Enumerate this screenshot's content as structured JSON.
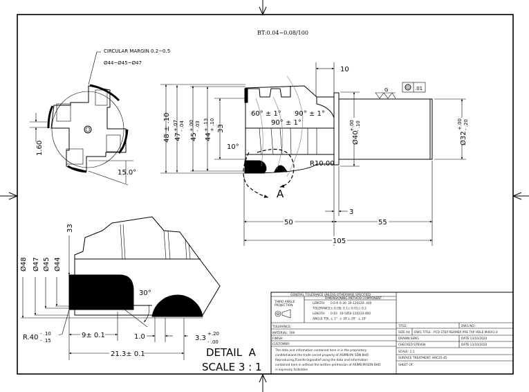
{
  "header_note": "BT:0.04~0.08/100",
  "front_view": {
    "note_line1": "CIRCULAR MARGIN 0.2~0.5",
    "note_line2": "Ø44~Ø45~Ø47",
    "dim_land": "1.60",
    "dim_angle": "15.0°"
  },
  "side_view": {
    "d48": "48 ± .10",
    "d47": "47",
    "d47_plus": "+.07",
    "d47_minus": "- .04",
    "d45": "45",
    "d45_plus": "+.00",
    "d45_minus": "- .03",
    "d44": "44",
    "d44_plus": "+ .13",
    "d44_minus": "+ .10",
    "d33": "33",
    "angle_60": "60° ± 1°",
    "angle_90a": "90° ± 1°",
    "angle_90b": "90° ± 1°",
    "angle_10": "10°",
    "radius": "R10.00",
    "detail_label": "A",
    "dim_10": "10",
    "dim_3": "3",
    "dim_50": "50",
    "dim_55": "55",
    "dim_105": "105",
    "d40": "Ø40",
    "d40_plus": "+.00",
    "d40_minus": "- .10",
    "d32": "Ø32",
    "d32_plus": "+.00",
    "d32_minus": "- .20",
    "grind_symbol": "G",
    "concentricity_value": ".01"
  },
  "detail_view": {
    "d48": "Ø48",
    "d47": "Ø47",
    "d45": "Ø45",
    "d44": "Ø44",
    "d33": "33",
    "angle_30": "30°",
    "radius": "R.40",
    "radius_plus": "- .10",
    "radius_minus": "- .15",
    "dim_9": "9± 0.1",
    "dim_1": "1.0",
    "dim_33": "3.3",
    "dim_33_plus": "+.20",
    "dim_33_minus": "- .00",
    "dim_213": "21.3± 0.1",
    "title": "DETAIL  A",
    "scale": "SCALE 3 : 1"
  },
  "title_block": {
    "general_tolerance": "GENERAL TOLERANCE UNLESS OTHERWISE SPECIFIED",
    "dimensioning_method": "DIMENSIONING METHOD COMPONENT :",
    "projection": [
      "THIRD ANGLE",
      "PROJECTION"
    ],
    "tolerance_table": [
      [
        "LENGTH",
        "0.5-6",
        "6-30",
        "30-120",
        "120- 400"
      ],
      [
        "TOLERANCE",
        "± 0.05",
        "± 0.1",
        "± 0.01",
        "± 0.2"
      ],
      [
        "LENGTH",
        "0-10",
        "10-50",
        "50-120",
        "120-400"
      ],
      [
        "ANGLE TOL",
        "± 1°",
        "± 30'",
        "± 20'",
        "± 10'"
      ]
    ],
    "tolerance": "TOLERANCE:",
    "material": "MATERIAL: 709",
    "finish": "FINISH:",
    "customer": "CUSTOMER:",
    "disclaimer": [
      "The data and information contained here in is the proprietary",
      "confidetialand the trade secret property of ASIME(M) SDN BHD",
      "Reproducing,Transferingand/of using the data and information",
      "contained here in without the written permission of ASIME(M)SDN BHD",
      "is expressly forbidden"
    ],
    "title": "TITLE:",
    "dwg_no": "DWG NO :",
    "size": "SIZE A4",
    "dwg_title": "DWG TITLE : PCD STEP REAMER PRE TAP HOLE M46X1.0",
    "drawn": "DRAWN:SENG",
    "drawn_date": "DATE:13/10/2020",
    "checked": "CHECKED:STEVEN",
    "checked_date": "DATE:13/10/2020",
    "scale": "SCALE: 1:1",
    "surface_treatment": "SURFACE TREATMENT: HRC35-45",
    "sheet": "SHEET OF:"
  }
}
